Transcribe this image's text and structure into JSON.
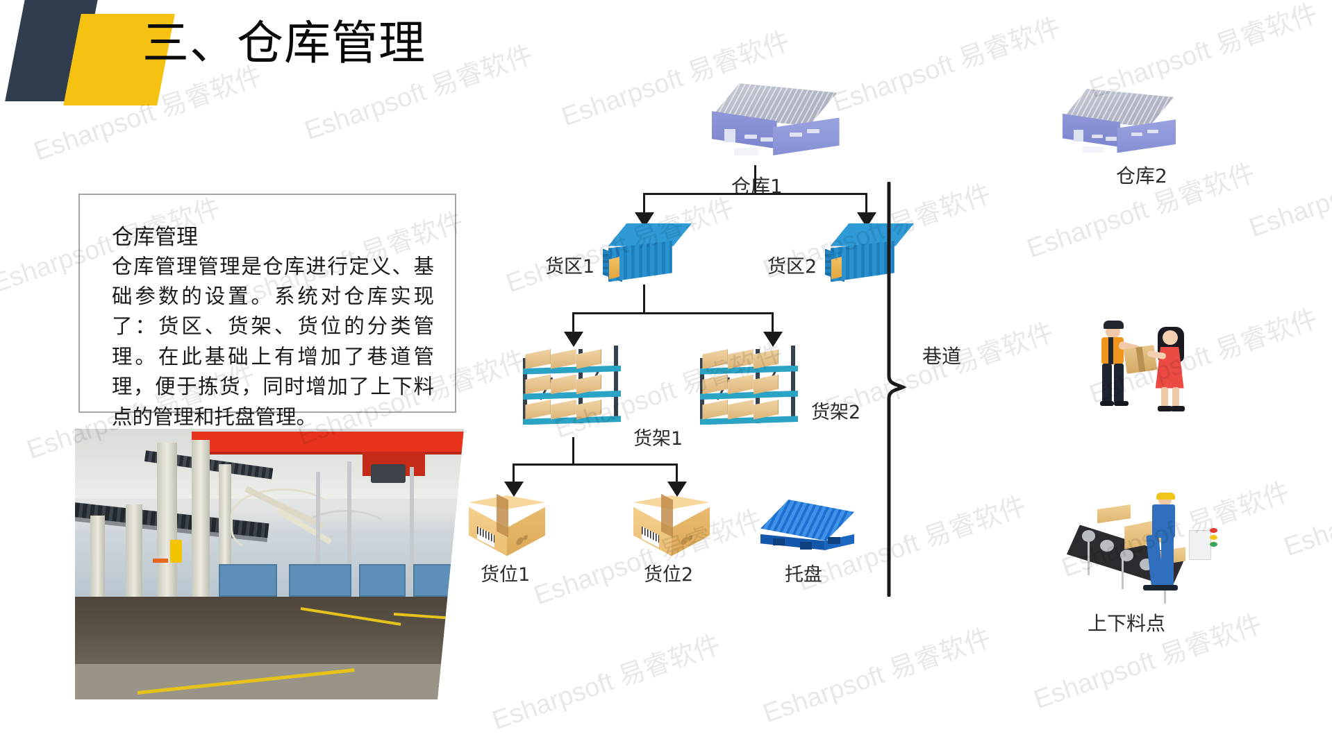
{
  "slide": {
    "title": "三、仓库管理",
    "logo_colors": {
      "navy": "#2f3d4f",
      "gold": "#f5c211"
    }
  },
  "text_card": {
    "heading": "仓库管理",
    "body": "仓库管理管理是仓库进行定义、基础参数的设置。系统对仓库实现了：货区、货架、货位的分类管理。在此基础上有增加了巷道管理，便于拣货，同时增加了上下料点的管理和托盘管理。"
  },
  "photo": {
    "caption": "工业车间厂房照片"
  },
  "diagram": {
    "nodes": {
      "warehouse1": "仓库1",
      "warehouse2": "仓库2",
      "zone1": "货区1",
      "zone2": "货区2",
      "rack1": "货架1",
      "rack2": "货架2",
      "slot1": "货位1",
      "slot2": "货位2",
      "pallet": "托盘",
      "aisle": "巷道",
      "load_point": "上下料点"
    }
  },
  "watermark": {
    "text": "Esharpsoft 易睿软件"
  }
}
